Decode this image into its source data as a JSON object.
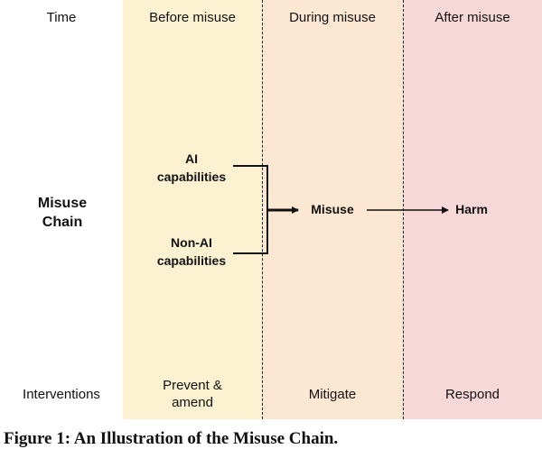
{
  "headers": {
    "time": "Time",
    "before": "Before misuse",
    "during": "During misuse",
    "after": "After misuse"
  },
  "chain": {
    "label_line1": "Misuse",
    "label_line2": "Chain",
    "ai_line1": "AI",
    "ai_line2": "capabilities",
    "nonai_line1": "Non-AI",
    "nonai_line2": "capabilities",
    "misuse": "Misuse",
    "harm": "Harm"
  },
  "interventions": {
    "label": "Interventions",
    "before_line1": "Prevent &",
    "before_line2": "amend",
    "during": "Mitigate",
    "after": "Respond"
  },
  "caption": "Figure 1: An Illustration of the Misuse Chain.",
  "colors": {
    "before_band": "#fcf2d2",
    "during_band": "#fce7d3",
    "after_band": "#f6d8d8"
  }
}
